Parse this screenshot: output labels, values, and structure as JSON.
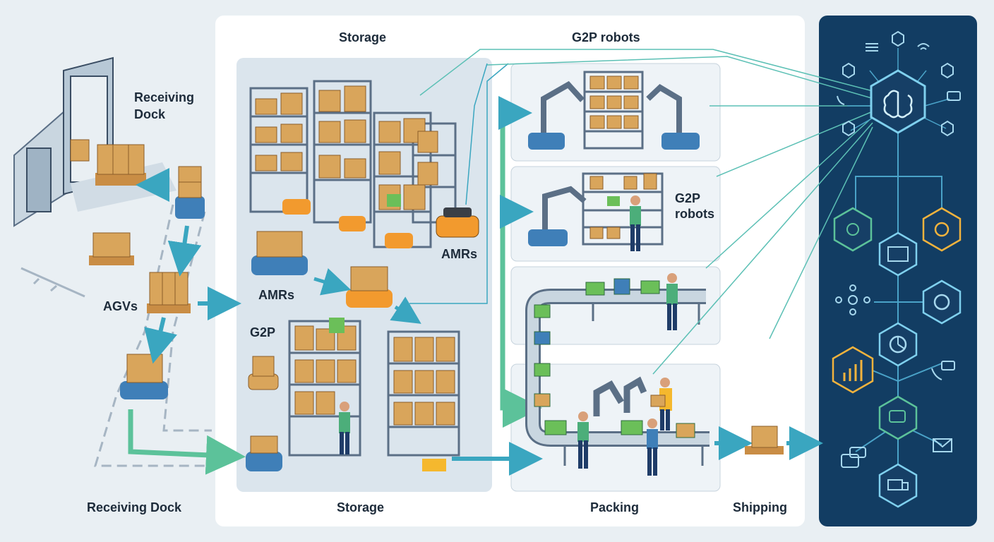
{
  "labels": {
    "receiving_dock_top": "Receiving\nDock",
    "receiving_dock_bottom": "Receiving Dock",
    "agvs": "AGVs",
    "storage_top": "Storage",
    "storage_bottom": "Storage",
    "amrs_left": "AMRs",
    "amrs_right": "AMRs",
    "g2p": "G2P",
    "g2p_robots_top": "G2P robots",
    "g2p_robots_mid": "G2P\nrobots",
    "packing": "Packing",
    "shipping": "Shipping"
  },
  "icons": {
    "central": "brain-icon",
    "nodes": [
      "network-icon",
      "gear-icon",
      "code-icon",
      "settings-icon",
      "pie-chart-icon",
      "bar-chart-icon",
      "chat-icon",
      "phone-icon",
      "mail-icon",
      "truck-icon",
      "wifi-icon",
      "list-icon"
    ]
  },
  "colors": {
    "background": "#e9eff3",
    "panel": "#ffffff",
    "storage_zone": "#dbe5ed",
    "ai_panel": "#123d63",
    "flow_arrow": "#3aa6c0",
    "green_arrow": "#5cc29a",
    "box": "#d9a55b",
    "rack": "#5b6f86",
    "robot_blue": "#3f7fb8",
    "robot_orange": "#f29a2e"
  }
}
